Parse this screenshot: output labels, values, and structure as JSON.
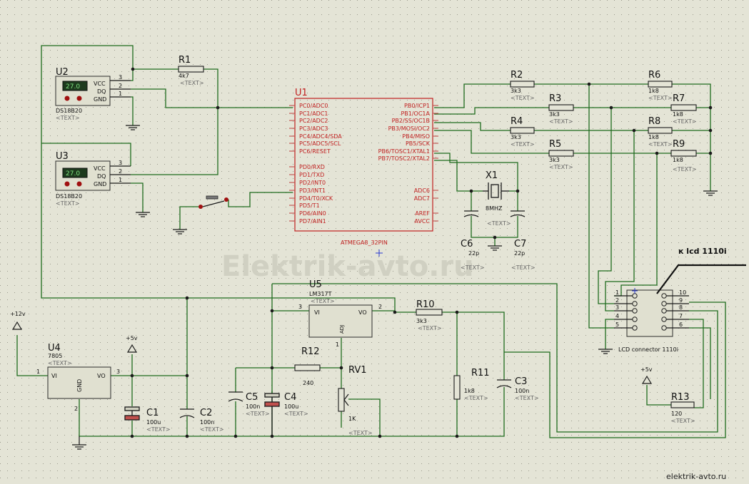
{
  "watermark": "Elektrik-avto.ru",
  "site_url": "elektrik-avto.ru",
  "callout": "к lcd 1110i",
  "text_placeholder": "<TEXT>",
  "sensors": [
    {
      "ref": "U2",
      "name": "DS18B20",
      "reading": "27.0",
      "pins": [
        "VCC",
        "DQ",
        "GND"
      ],
      "nums": [
        "3",
        "2",
        "1"
      ]
    },
    {
      "ref": "U3",
      "name": "DS18B20",
      "reading": "27.0",
      "pins": [
        "VCC",
        "DQ",
        "GND"
      ],
      "nums": [
        "3",
        "2",
        "1"
      ]
    }
  ],
  "mcu": {
    "ref": "U1",
    "name": "ATMEGA8_32PIN",
    "left_pins": [
      "PC0/ADC0",
      "PC1/ADC1",
      "PC2/ADC2",
      "PC3/ADC3",
      "PC4/ADC4/SDA",
      "PC5/ADC5/SCL",
      "PC6/RESET",
      "PD0/RXD",
      "PD1/TXD",
      "PD2/INT0",
      "PD3/INT1",
      "PD4/T0/XCK",
      "PD5/T1",
      "PD6/AIN0",
      "PD7/AIN1"
    ],
    "right_pins": [
      "PB0/ICP1",
      "PB1/OC1A",
      "PB2/SS/OC1B",
      "PB3/MOSI/OC2",
      "PB4/MISO",
      "PB5/SCK",
      "PB6/TOSC1/XTAL1",
      "PB7/TOSC2/XTAL2",
      "ADC6",
      "ADC7",
      "AREF",
      "AVCC"
    ]
  },
  "crystal": {
    "ref": "X1",
    "value": "8MHZ"
  },
  "regulator_7805": {
    "ref": "U4",
    "name": "7805",
    "vi": "VI",
    "vo": "VO",
    "gnd": "GND",
    "n1": "1",
    "n2": "2",
    "n3": "3"
  },
  "regulator_lm317": {
    "ref": "U5",
    "name": "LM317T",
    "vi": "VI",
    "vo": "VO",
    "adj": "ADJ",
    "n1": "1",
    "n2": "2",
    "n3": "3"
  },
  "supplies": {
    "v12": "+12v",
    "v5a": "+5v",
    "v5b": "+5v"
  },
  "lcd": {
    "label": "LCD connector 1110i",
    "left_pins": [
      "1",
      "2",
      "3",
      "4",
      "5"
    ],
    "right_pins": [
      "10",
      "9",
      "8",
      "7",
      "6"
    ]
  },
  "resistors": [
    {
      "ref": "R1",
      "value": "4k7"
    },
    {
      "ref": "R2",
      "value": "3k3"
    },
    {
      "ref": "R3",
      "value": "3k3"
    },
    {
      "ref": "R4",
      "value": "3k3"
    },
    {
      "ref": "R5",
      "value": "3k3"
    },
    {
      "ref": "R6",
      "value": "1k8"
    },
    {
      "ref": "R7",
      "value": "1k8"
    },
    {
      "ref": "R8",
      "value": "1k8"
    },
    {
      "ref": "R9",
      "value": "1k8"
    },
    {
      "ref": "R10",
      "value": "3k3"
    },
    {
      "ref": "R11",
      "value": "1k8"
    },
    {
      "ref": "R12",
      "value": "240"
    },
    {
      "ref": "R13",
      "value": "120"
    }
  ],
  "pot": {
    "ref": "RV1",
    "value": "1K"
  },
  "capacitors": [
    {
      "ref": "C1",
      "value": "100u"
    },
    {
      "ref": "C2",
      "value": "100n"
    },
    {
      "ref": "C3",
      "value": "100n"
    },
    {
      "ref": "C4",
      "value": "100u"
    },
    {
      "ref": "C5",
      "value": "100n"
    },
    {
      "ref": "C6",
      "value": "22p"
    },
    {
      "ref": "C7",
      "value": "22p"
    }
  ]
}
